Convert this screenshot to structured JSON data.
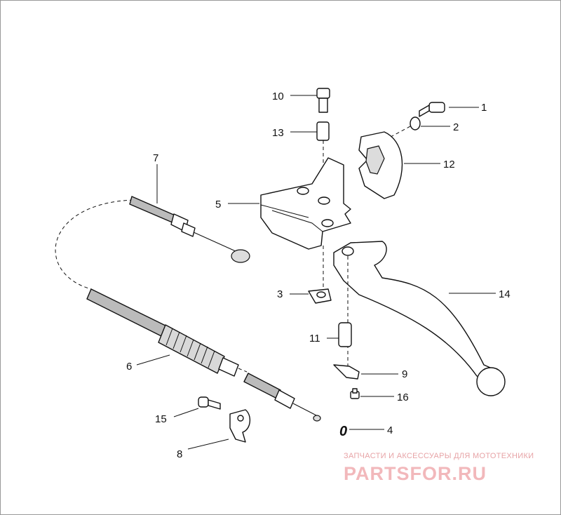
{
  "callouts": [
    {
      "id": "1",
      "label": "1"
    },
    {
      "id": "2",
      "label": "2"
    },
    {
      "id": "3",
      "label": "3"
    },
    {
      "id": "4",
      "label": "4"
    },
    {
      "id": "5",
      "label": "5"
    },
    {
      "id": "6",
      "label": "6"
    },
    {
      "id": "7",
      "label": "7"
    },
    {
      "id": "8",
      "label": "8"
    },
    {
      "id": "9",
      "label": "9"
    },
    {
      "id": "10",
      "label": "10"
    },
    {
      "id": "11",
      "label": "11"
    },
    {
      "id": "12",
      "label": "12"
    },
    {
      "id": "13",
      "label": "13"
    },
    {
      "id": "14",
      "label": "14"
    },
    {
      "id": "15",
      "label": "15"
    },
    {
      "id": "16",
      "label": "16"
    }
  ],
  "part_4_glyph": "0",
  "watermark": {
    "subtitle": "ЗАПЧАСТИ И АКСЕССУАРЫ ДЛЯ МОТОТЕХНИКИ",
    "brand": "PARTSFOR.RU",
    "color": "#f2b8bb"
  }
}
